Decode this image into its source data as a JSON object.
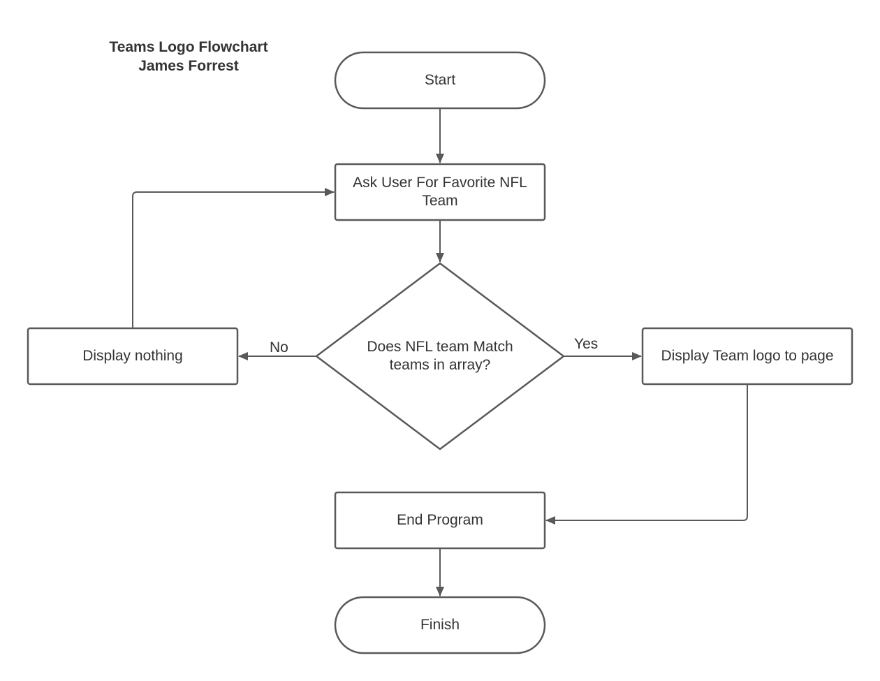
{
  "title": {
    "line1": "Teams Logo Flowchart",
    "line2": "James Forrest"
  },
  "nodes": {
    "start": "Start",
    "ask": "Ask User For Favorite NFL Team",
    "decision": "Does NFL team Match teams in array?",
    "display_nothing": "Display nothing",
    "display_logo": "Display Team logo to page",
    "end_program": "End Program",
    "finish": "Finish"
  },
  "edges": {
    "no_label": "No",
    "yes_label": "Yes"
  },
  "colors": {
    "stroke": "#595959",
    "text": "#333333",
    "background": "#ffffff"
  }
}
